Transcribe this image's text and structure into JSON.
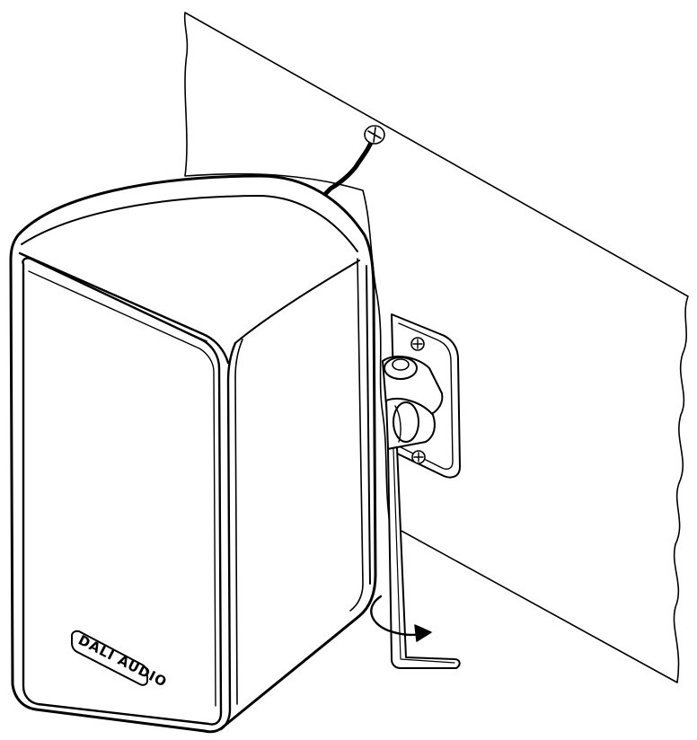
{
  "diagram": {
    "brand_logo_text": "DALI AUDIO",
    "colors": {
      "line": "#000000",
      "background": "#ffffff"
    },
    "parts": [
      "wall",
      "safety-cord",
      "wall-screw",
      "speaker-cabinet",
      "front-grille",
      "brand-logo",
      "wall-bracket",
      "bracket-screw",
      "allen-key",
      "rotation-arrow"
    ]
  }
}
